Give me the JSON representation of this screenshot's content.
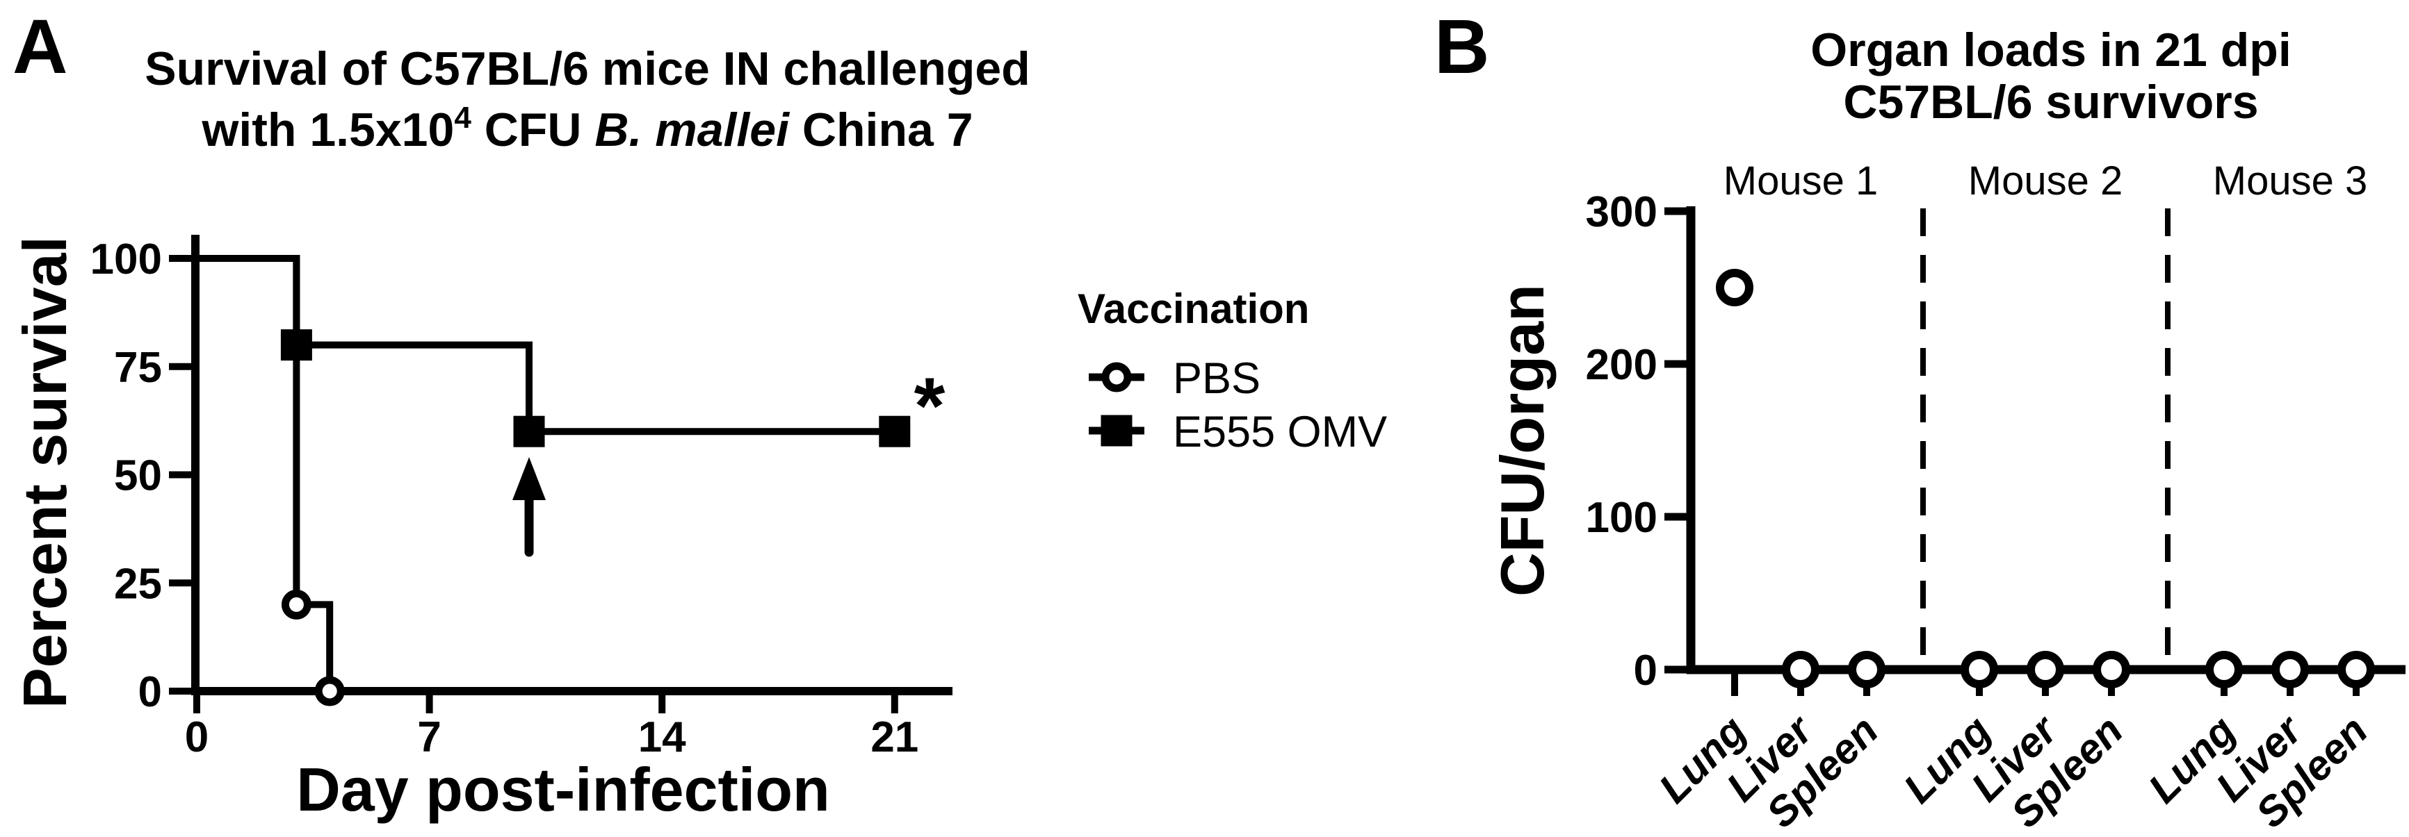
{
  "figure": {
    "panel_a": {
      "label": "A",
      "title_line1": "Survival of C57BL/6 mice IN challenged",
      "title_line2": {
        "pre": "with 1.5x10",
        "sup": "4",
        "mid": " CFU ",
        "italic": "B. mallei",
        "post": " China 7"
      },
      "xlabel": "Day post-infection",
      "ylabel": "Percent survival",
      "legend": {
        "title": "Vaccination",
        "items": [
          "PBS",
          "E555 OMV"
        ]
      },
      "significance_marker": "*"
    },
    "panel_b": {
      "label": "B",
      "title_line1": "Organ loads in 21 dpi",
      "title_line2": "C57BL/6 survivors",
      "ylabel": "CFU/organ",
      "group_labels": [
        "Mouse 1",
        "Mouse 2",
        "Mouse 3"
      ],
      "organ_labels": [
        "Lung",
        "Liver",
        "Spleen"
      ]
    },
    "colors": {
      "ink": "#000000",
      "background": "#ffffff"
    }
  },
  "chart_data": [
    {
      "type": "line",
      "panel": "A",
      "title": "Survival of C57BL/6 mice IN challenged with 1.5x10^4 CFU B. mallei China 7",
      "xlabel": "Day post-infection",
      "ylabel": "Percent survival",
      "xlim": [
        0,
        23
      ],
      "ylim": [
        0,
        100
      ],
      "xticks": [
        0,
        7,
        14,
        21
      ],
      "yticks": [
        0,
        25,
        50,
        75,
        100
      ],
      "legend_title": "Vaccination",
      "legend_position": "right",
      "grid": false,
      "series": [
        {
          "name": "PBS",
          "marker": "open-circle",
          "step": "post",
          "x": [
            0,
            3,
            4
          ],
          "y": [
            100,
            20,
            0
          ]
        },
        {
          "name": "E555 OMV",
          "marker": "filled-square",
          "step": "post",
          "x": [
            0,
            3,
            10,
            21
          ],
          "y": [
            100,
            80,
            60,
            60
          ]
        }
      ],
      "annotations": [
        {
          "type": "arrow-up",
          "day": 10
        },
        {
          "type": "asterisk",
          "text": "*",
          "day": 22,
          "percent": 72
        }
      ]
    },
    {
      "type": "scatter",
      "panel": "B",
      "title": "Organ loads in 21 dpi C57BL/6 survivors",
      "ylabel": "CFU/organ",
      "ylim": [
        0,
        300
      ],
      "yticks": [
        0,
        100,
        200,
        300
      ],
      "marker": "open-circle",
      "group_separator": "dashed-line",
      "grid": false,
      "groups": [
        {
          "name": "Mouse 1",
          "categories": [
            "Lung",
            "Liver",
            "Spleen"
          ],
          "values": [
            250,
            0,
            0
          ]
        },
        {
          "name": "Mouse 2",
          "categories": [
            "Lung",
            "Liver",
            "Spleen"
          ],
          "values": [
            0,
            0,
            0
          ]
        },
        {
          "name": "Mouse 3",
          "categories": [
            "Lung",
            "Liver",
            "Spleen"
          ],
          "values": [
            0,
            0,
            0
          ]
        }
      ]
    }
  ]
}
